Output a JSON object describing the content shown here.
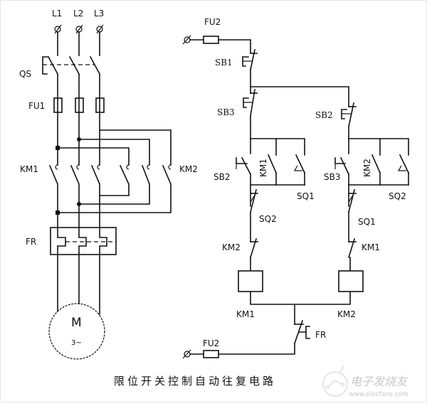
{
  "diagram": {
    "title": "限位开关控制自动往复电路",
    "power_circuit": {
      "phases": [
        "L1",
        "L2",
        "L3"
      ],
      "main_switch": "QS",
      "main_fuse": "FU1",
      "contactor_forward": "KM1",
      "contactor_reverse": "KM2",
      "thermal_relay": "FR",
      "motor_label": "M",
      "motor_type": "3~"
    },
    "control_circuit": {
      "fuse_top": "FU2",
      "fuse_bottom": "FU2",
      "stop_button": "SB1",
      "left_branch": {
        "stop_interlock_button": "SB3",
        "start_button": "SB2",
        "hold_contact": "KM1",
        "limit_switch_no": "SQ1",
        "limit_switch_nc": "SQ2",
        "interlock_contact": "KM2",
        "coil": "KM1"
      },
      "right_branch": {
        "stop_interlock_button": "SB2",
        "start_button": "SB3",
        "hold_contact": "KM2",
        "limit_switch_no": "SQ2",
        "limit_switch_nc": "SQ1",
        "interlock_contact": "KM1",
        "coil": "KM2"
      },
      "thermal_contact": "FR"
    },
    "watermark": {
      "brand": "电子发烧友",
      "url": "www.elecfans.com"
    }
  }
}
